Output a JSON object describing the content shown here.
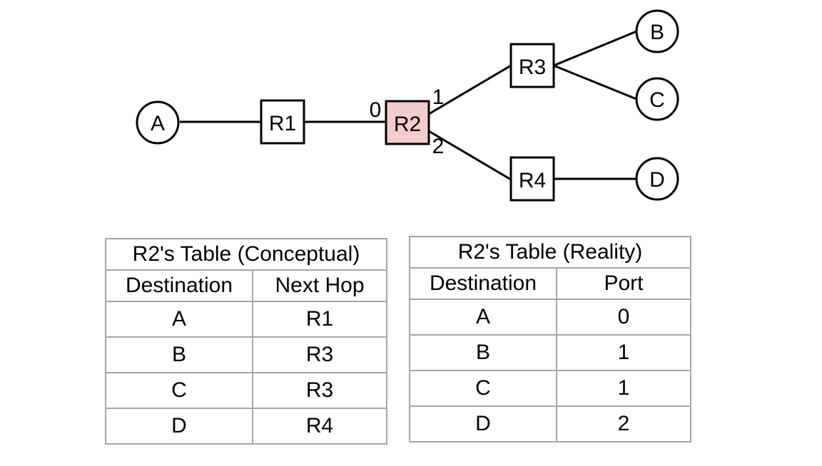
{
  "diagram": {
    "hosts": {
      "A": "A",
      "B": "B",
      "C": "C",
      "D": "D"
    },
    "routers": {
      "R1": "R1",
      "R2": "R2",
      "R3": "R3",
      "R4": "R4"
    },
    "ports": {
      "p0": "0",
      "p1": "1",
      "p2": "2"
    },
    "highlight_color": "#f4cccc"
  },
  "conceptual_table": {
    "title": "R2's Table (Conceptual)",
    "headers": [
      "Destination",
      "Next Hop"
    ],
    "rows": [
      [
        "A",
        "R1"
      ],
      [
        "B",
        "R3"
      ],
      [
        "C",
        "R3"
      ],
      [
        "D",
        "R4"
      ]
    ]
  },
  "reality_table": {
    "title": "R2's Table (Reality)",
    "headers": [
      "Destination",
      "Port"
    ],
    "rows": [
      [
        "A",
        "0"
      ],
      [
        "B",
        "1"
      ],
      [
        "C",
        "1"
      ],
      [
        "D",
        "2"
      ]
    ]
  }
}
